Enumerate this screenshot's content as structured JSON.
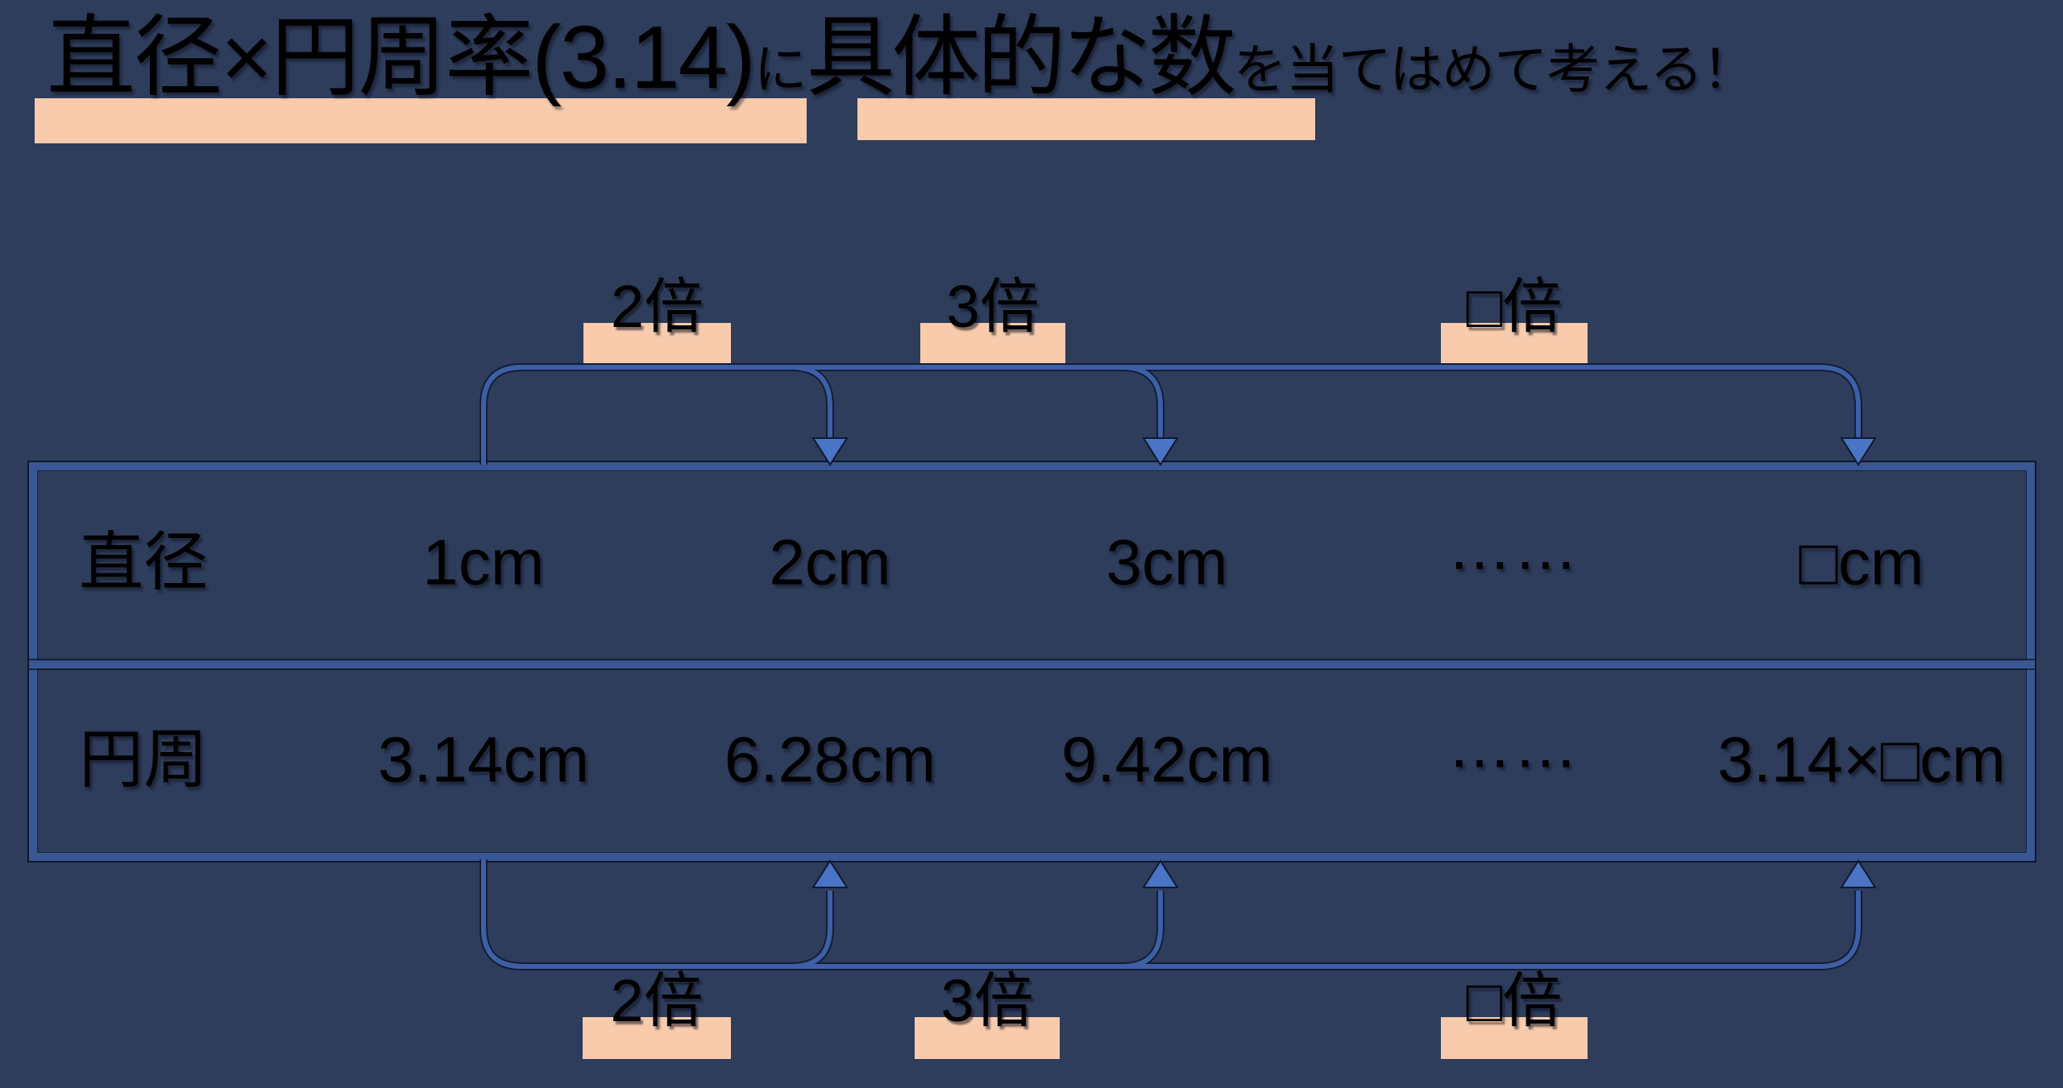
{
  "colors": {
    "background": "#2e3d5c",
    "table_border_blue": "#3a5795",
    "connector_blue": "#3d5fa5",
    "connector_outline": "#0e1830",
    "arrowhead_blue": "#4a74c4",
    "highlight_peach": "#f8cbad",
    "text_black": "#000000"
  },
  "title": {
    "large_1": "直径×円周率(3.14)",
    "small_1": "に",
    "large_2": "具体的な数",
    "small_2": "を当てはめて考える！"
  },
  "table": {
    "rows": [
      {
        "label": "直径",
        "values": [
          "1cm",
          "2cm",
          "3cm",
          "……",
          "□cm"
        ]
      },
      {
        "label": "円周",
        "values": [
          "3.14cm",
          "6.28cm",
          "9.42cm",
          "……",
          "3.14×□cm"
        ]
      }
    ]
  },
  "multipliers": {
    "top": [
      "2倍",
      "3倍",
      "□倍"
    ],
    "bottom": [
      "2倍",
      "3倍",
      "□倍"
    ]
  }
}
